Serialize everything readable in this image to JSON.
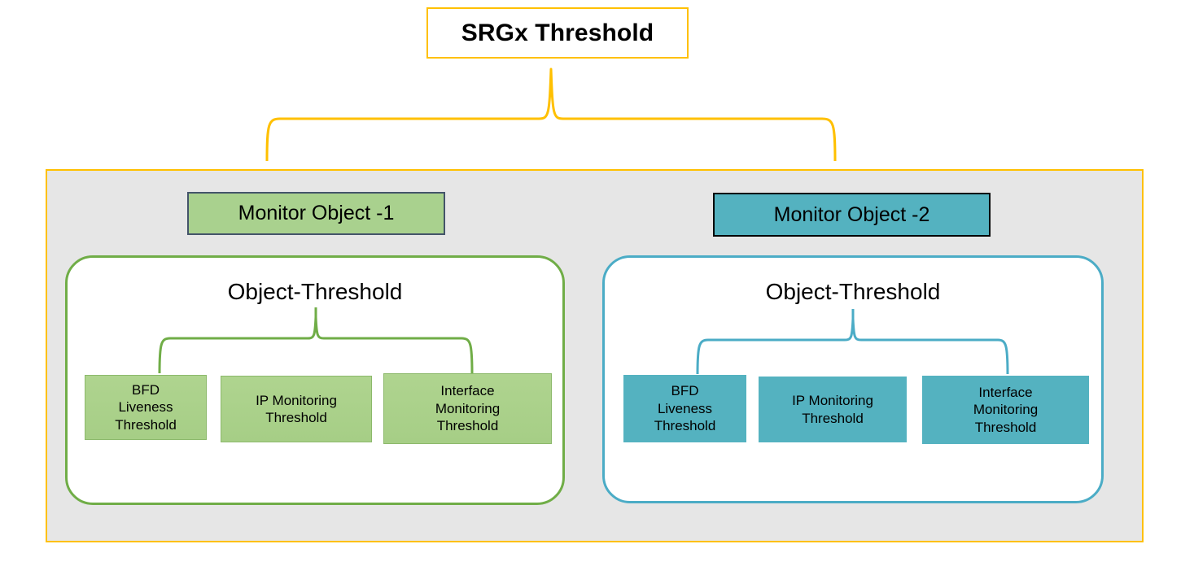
{
  "diagram": {
    "root": {
      "label": "SRGx Threshold",
      "border_color": "#FFC000"
    },
    "panel": {
      "fill_color": "#E6E6E6",
      "border_color": "#FFC000"
    },
    "branches": [
      {
        "id": "monitor-object-1",
        "header_label": "Monitor Object -1",
        "header_fill": "#A9D18E",
        "header_border": "#44546A",
        "container_title": "Object-Threshold",
        "container_border": "#70AD47",
        "accent_color": "#70AD47",
        "leaves": [
          {
            "id": "bfd-liveness-threshold",
            "lines": [
              "BFD",
              "Liveness",
              "Threshold"
            ]
          },
          {
            "id": "ip-monitoring-threshold",
            "lines": [
              "IP Monitoring",
              "Threshold"
            ]
          },
          {
            "id": "interface-monitoring-threshold",
            "lines": [
              "Interface",
              "Monitoring",
              "Threshold"
            ]
          }
        ]
      },
      {
        "id": "monitor-object-2",
        "header_label": "Monitor Object -2",
        "header_fill": "#54B2C0",
        "header_border": "#000000",
        "container_title": "Object-Threshold",
        "container_border": "#4BACC6",
        "accent_color": "#4BACC6",
        "leaves": [
          {
            "id": "bfd-liveness-threshold",
            "lines": [
              "BFD",
              "Liveness",
              "Threshold"
            ]
          },
          {
            "id": "ip-monitoring-threshold",
            "lines": [
              "IP Monitoring",
              "Threshold"
            ]
          },
          {
            "id": "interface-monitoring-threshold",
            "lines": [
              "Interface",
              "Monitoring",
              "Threshold"
            ]
          }
        ]
      }
    ],
    "connectors": [
      {
        "id": "root-brace",
        "color": "#FFC000",
        "style": "curly-brace"
      },
      {
        "id": "object-1-brace",
        "color": "#70AD47",
        "style": "curly-brace"
      },
      {
        "id": "object-2-brace",
        "color": "#4BACC6",
        "style": "curly-brace"
      }
    ]
  }
}
